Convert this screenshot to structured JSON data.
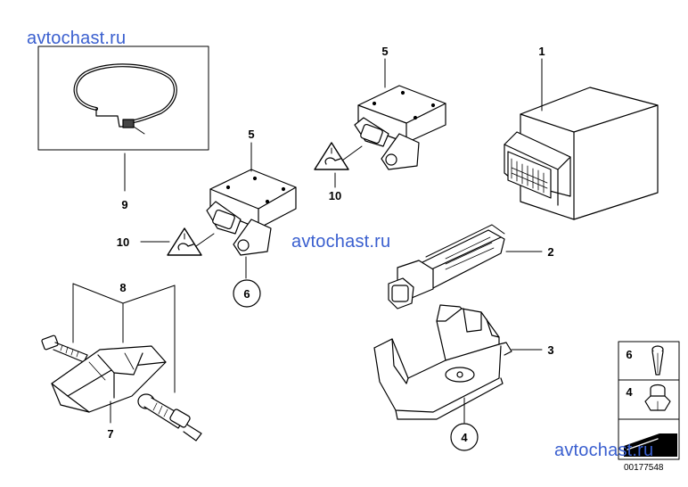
{
  "watermarks": [
    "avtochast.ru",
    "avtochast.ru",
    "avtochast.ru"
  ],
  "callouts": {
    "c1": "1",
    "c2": "2",
    "c3": "3",
    "c4_bottom": "4",
    "c5_a": "5",
    "c5_b": "5",
    "c6_circle": "6",
    "c7": "7",
    "c8": "8",
    "c9": "9",
    "c10_a": "10",
    "c10_b": "10"
  },
  "legend": {
    "row1": "6",
    "row2": "4"
  },
  "catalog_number": "00177548"
}
